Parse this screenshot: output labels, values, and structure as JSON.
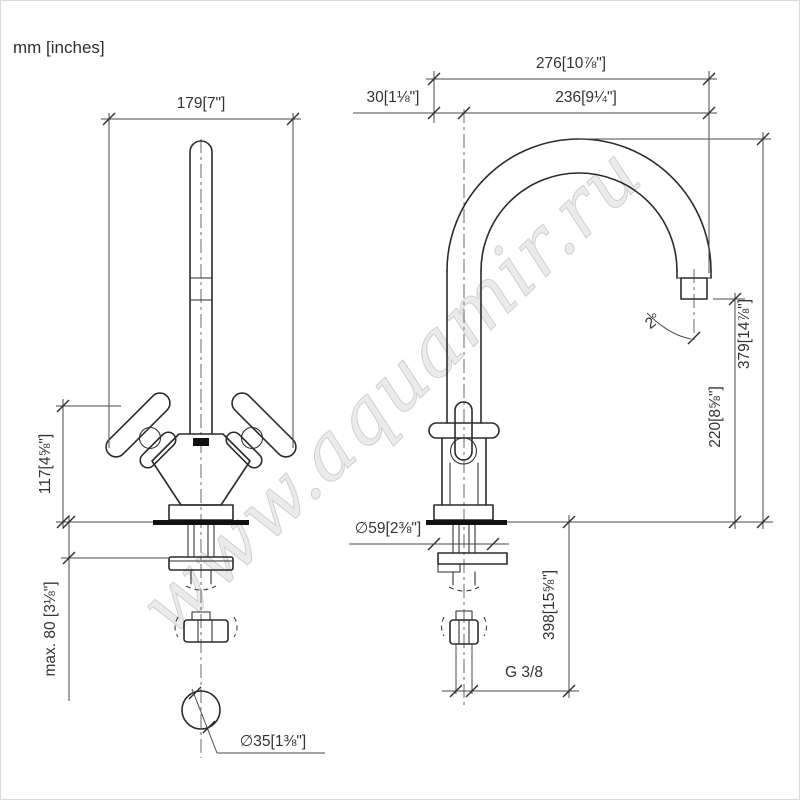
{
  "meta": {
    "units_label": "mm [inches]",
    "watermark": "www.aquamir.ru"
  },
  "front_view": {
    "width_top": "179[7\"]",
    "height_body": "117[4⅝\"]",
    "max_counter": "max. 80 [3⅛\"]",
    "hole_diameter": "∅35[1⅜\"]"
  },
  "side_view": {
    "reach_total": "276[10⅞\"]",
    "reach_spout": "236[9¼\"]",
    "offset_back": "30[1⅛\"]",
    "spout_angle": "2°",
    "height_total": "379[14⅞\"]",
    "height_outlet": "220[8⅝\"]",
    "base_diameter": "∅59[2⅜\"]",
    "below_deck_length": "398[15⅝\"]",
    "thread": "G 3/8"
  }
}
